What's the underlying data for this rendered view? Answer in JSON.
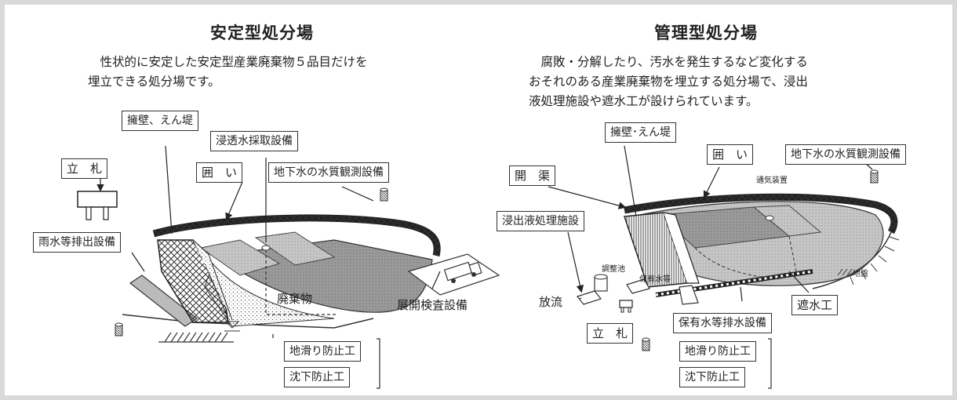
{
  "left": {
    "title": "安定型処分場",
    "desc_line1": "　性状的に安定した安定型産業廃棄物５品目だけを",
    "desc_line2": "埋立できる処分場です。",
    "labels": {
      "retaining_wall": "擁壁、えん堤",
      "seepage_sampling": "浸透水採取設備",
      "sign": "立　札",
      "fence": "囲　い",
      "groundwater_monitoring": "地下水の水質観測設備",
      "rainwater_drainage": "雨水等排出設備",
      "waste": "廃棄物",
      "inspection": "展開検査設備",
      "landslide_prevention": "地滑り防止工",
      "subsidence_prevention": "沈下防止工"
    }
  },
  "right": {
    "title": "管理型処分場",
    "desc_line1": "　腐敗・分解したり、汚水を発生するなど変化する",
    "desc_line2": "おそれのある産業廃棄物を埋立する処分場で、浸出",
    "desc_line3": "液処理施設や遮水工が設けられています。",
    "labels": {
      "retaining_wall": "擁壁･えん堤",
      "fence": "囲　い",
      "groundwater_monitoring": "地下水の水質観測設備",
      "open_channel": "開　渠",
      "vent": "通気装置",
      "leachate_treatment": "浸出液処理施設",
      "adjustment_pond": "調整池",
      "retained_water": "保有水等",
      "discharge": "放流",
      "ground": "地盤",
      "liner": "遮水工",
      "retained_water_drainage": "保有水等排水設備",
      "sign": "立　札",
      "landslide_prevention": "地滑り防止工",
      "subsidence_prevention": "沈下防止工"
    }
  }
}
